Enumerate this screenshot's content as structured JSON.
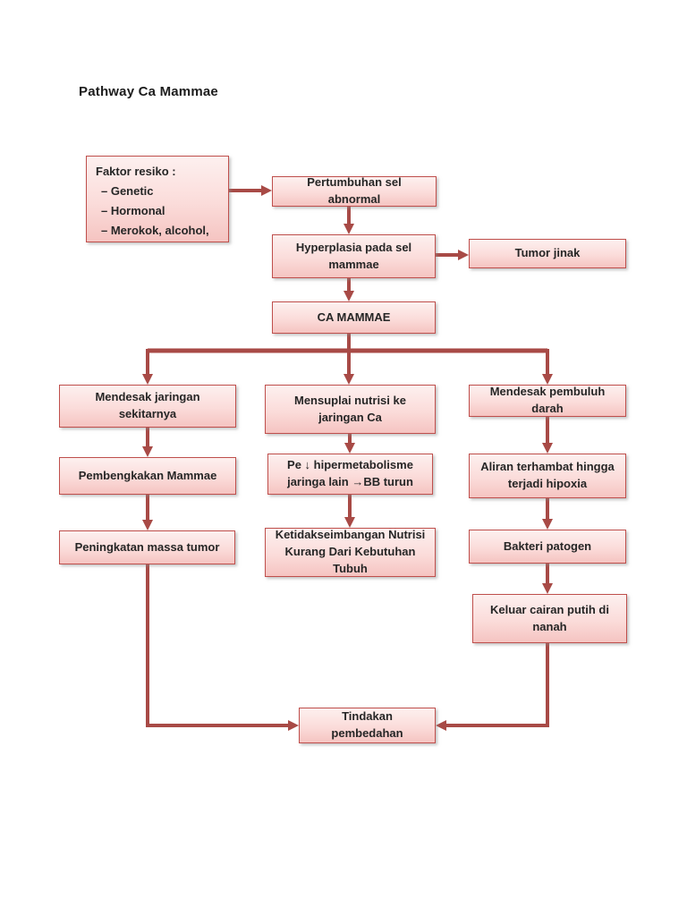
{
  "page": {
    "title": "Pathway Ca Mammae"
  },
  "colors": {
    "box_border": "#bf4f4c",
    "box_fill_top": "#fdf0ef",
    "box_fill_bottom": "#f5c4c1",
    "arrow": "#a84a46",
    "text": "#262626",
    "background": "#ffffff"
  },
  "nodes": {
    "faktor_resiko": {
      "heading": "Faktor resiko :",
      "item_1": "– Genetic",
      "item_2": "– Hormonal",
      "item_3": "– Merokok, alcohol,",
      "item_4_clipped_fragment": ".."
    },
    "pertumbuhan": {
      "label": "Pertumbuhan sel abnormal"
    },
    "hyperplasia": {
      "label": "Hyperplasia pada sel mammae"
    },
    "tumor_jinak": {
      "label": "Tumor jinak"
    },
    "ca_mammae": {
      "label": "CA MAMMAE"
    },
    "mendesak_jaringan": {
      "label": "Mendesak jaringan sekitarnya"
    },
    "pembengkakan": {
      "label": "Pembengkakan Mammae"
    },
    "peningkatan_massa": {
      "label": "Peningkatan massa tumor"
    },
    "mensuplai": {
      "label": "Mensuplai nutrisi ke jaringan Ca"
    },
    "hipermetabolisme": {
      "label": "Pe ↓ hipermetabolisme jaringa lain →BB turun"
    },
    "ketidakseimbangan": {
      "label": "Ketidakseimbangan Nutrisi Kurang Dari Kebutuhan Tubuh"
    },
    "mendesak_pembuluh": {
      "label": "Mendesak pembuluh darah"
    },
    "aliran_terhambat": {
      "label": "Aliran terhambat hingga terjadi hipoxia"
    },
    "bakteri_patogen": {
      "label": "Bakteri patogen"
    },
    "keluar_cairan": {
      "label": "Keluar cairan putih di nanah"
    },
    "tindakan": {
      "label": "Tindakan pembedahan"
    }
  }
}
